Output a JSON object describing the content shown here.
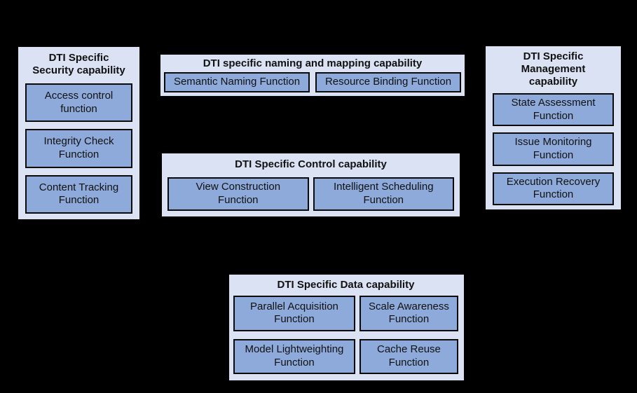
{
  "canvas": {
    "background_color": "#000000"
  },
  "colors": {
    "group_fill": "#dae2f3",
    "function_fill": "#8eaadb",
    "border": "#000000",
    "text": "#111111"
  },
  "groups": [
    {
      "id": "security",
      "title": "DTI Specific\nSecurity capability",
      "items": [
        "Access control\nfunction",
        "Integrity Check\nFunction",
        "Content Tracking\nFunction"
      ]
    },
    {
      "id": "naming",
      "title": "DTI specific naming and mapping capability",
      "items": [
        "Semantic Naming Function",
        "Resource Binding Function"
      ]
    },
    {
      "id": "control",
      "title": "DTI Specific Control capability",
      "items": [
        "View Construction\nFunction",
        "Intelligent Scheduling\nFunction"
      ]
    },
    {
      "id": "management",
      "title": "DTI Specific Management\ncapability",
      "items": [
        "State Assessment\nFunction",
        "Issue Monitoring\nFunction",
        "Execution Recovery\nFunction"
      ]
    },
    {
      "id": "data",
      "title": "DTI Specific Data capability",
      "items": [
        "Parallel Acquisition\nFunction",
        "Scale Awareness\nFunction",
        "Model Lightweighting\nFunction",
        "Cache Reuse\nFunction"
      ]
    }
  ]
}
